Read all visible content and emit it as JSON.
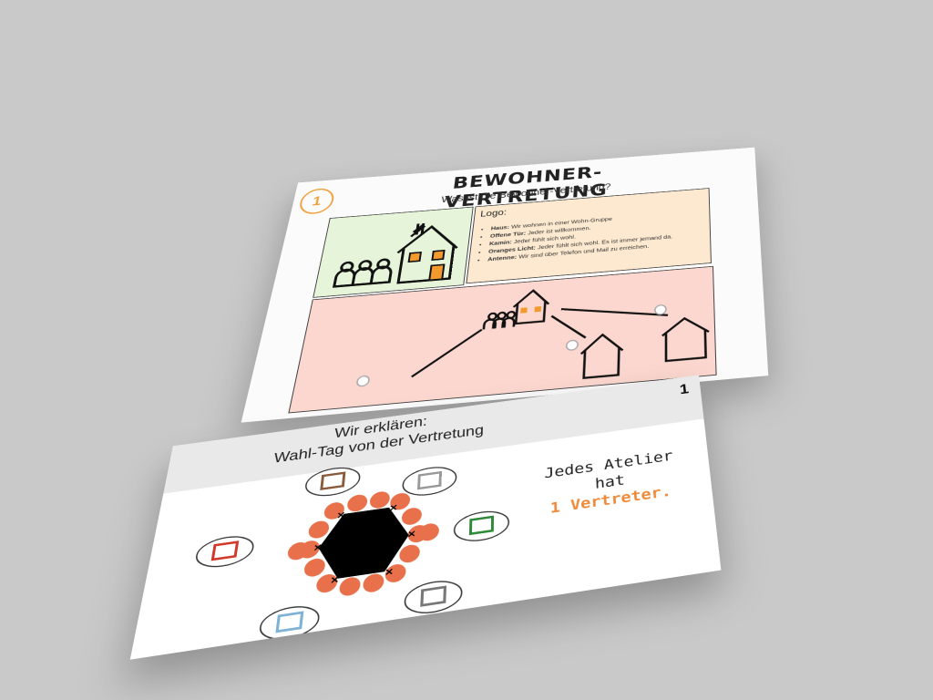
{
  "card1": {
    "badge": "1",
    "title": "BEWOHNER-VERTRETUNG",
    "subtitle": "Was ist die Bewohner-Vertretung?",
    "logo_label": "Logo:",
    "logo_items": [
      {
        "term": "Haus:",
        "text": "Wir wohnen in einer Wohn-Gruppe"
      },
      {
        "term": "Offene Tür:",
        "text": "Jeder ist willkommen."
      },
      {
        "term": "Kamin:",
        "text": "Jeder fühlt sich wohl."
      },
      {
        "term": "Oranges Licht:",
        "text": "Jeder fühlt sich wohl. Es ist immer jemand da."
      },
      {
        "term": "Antenne:",
        "text": "Wir sind über Telefon und Mail zu erreichen."
      }
    ]
  },
  "card2": {
    "title_line1": "Wir erklären:",
    "title_line2": "Wahl-Tag von der Vertretung",
    "number": "1",
    "text_line1": "Jedes Atelier",
    "text_line2": "hat",
    "text_accent": "1 Vertreter."
  },
  "colors": {
    "background": "#c9c9c9",
    "accent_orange": "#ef8a3a",
    "seat_orange": "#e8704a",
    "green_panel": "#e6f4da",
    "beige_panel": "#fde9cf",
    "pink_panel": "#fbd7cf"
  },
  "icons": [
    "house-icon",
    "people-group-icon",
    "ballot-box-icon",
    "arrow-icon",
    "table-hexagon-icon",
    "speech-bubble-icon"
  ]
}
